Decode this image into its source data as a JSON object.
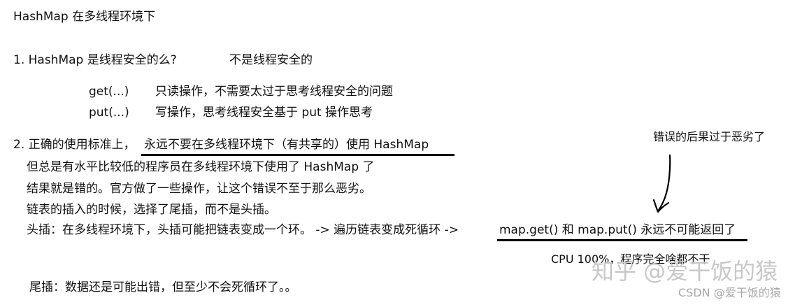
{
  "title": "HashMap 在多线程环境下",
  "q1": {
    "label": "1. HashMap 是线程安全的么?",
    "answer": "不是线程安全的"
  },
  "ops": [
    {
      "method": "get(...)",
      "desc": "只读操作，不需要太过于思考线程安全的问题"
    },
    {
      "method": "put(...)",
      "desc": "写操作，思考线程安全基于 put 操作思考"
    }
  ],
  "consequence_note": "错误的后果过于恶劣了",
  "q2": {
    "prefix": "2. 正确的使用标准上，",
    "emphasis": "永远不要在多线程环境下（有共享的）使用 HashMap",
    "lines": [
      "但总是有水平比较低的程序员在多线程环境下使用了 HashMap 了",
      "结果就是错的。官方做了一些操作，让这个错误不至于那么恶劣。",
      "链表的插入的时候，选择了尾插，而不是头插。"
    ]
  },
  "head_insert": {
    "text": "头插：在多线程环境下，头插可能把链表变成一个环。 -> 遍历链表变成死循环 ->",
    "emphasis": "map.get() 和 map.put() 永远不可能返回了"
  },
  "cpu_note": "CPU 100%，程序完全啥都不干",
  "tail_insert": "尾插：数据还是可能出错，但至少不会死循环了。。",
  "watermarks": {
    "zhihu": "知乎 @爱干饭的猿",
    "csdn": "CSDN @爱干饭的猿"
  }
}
